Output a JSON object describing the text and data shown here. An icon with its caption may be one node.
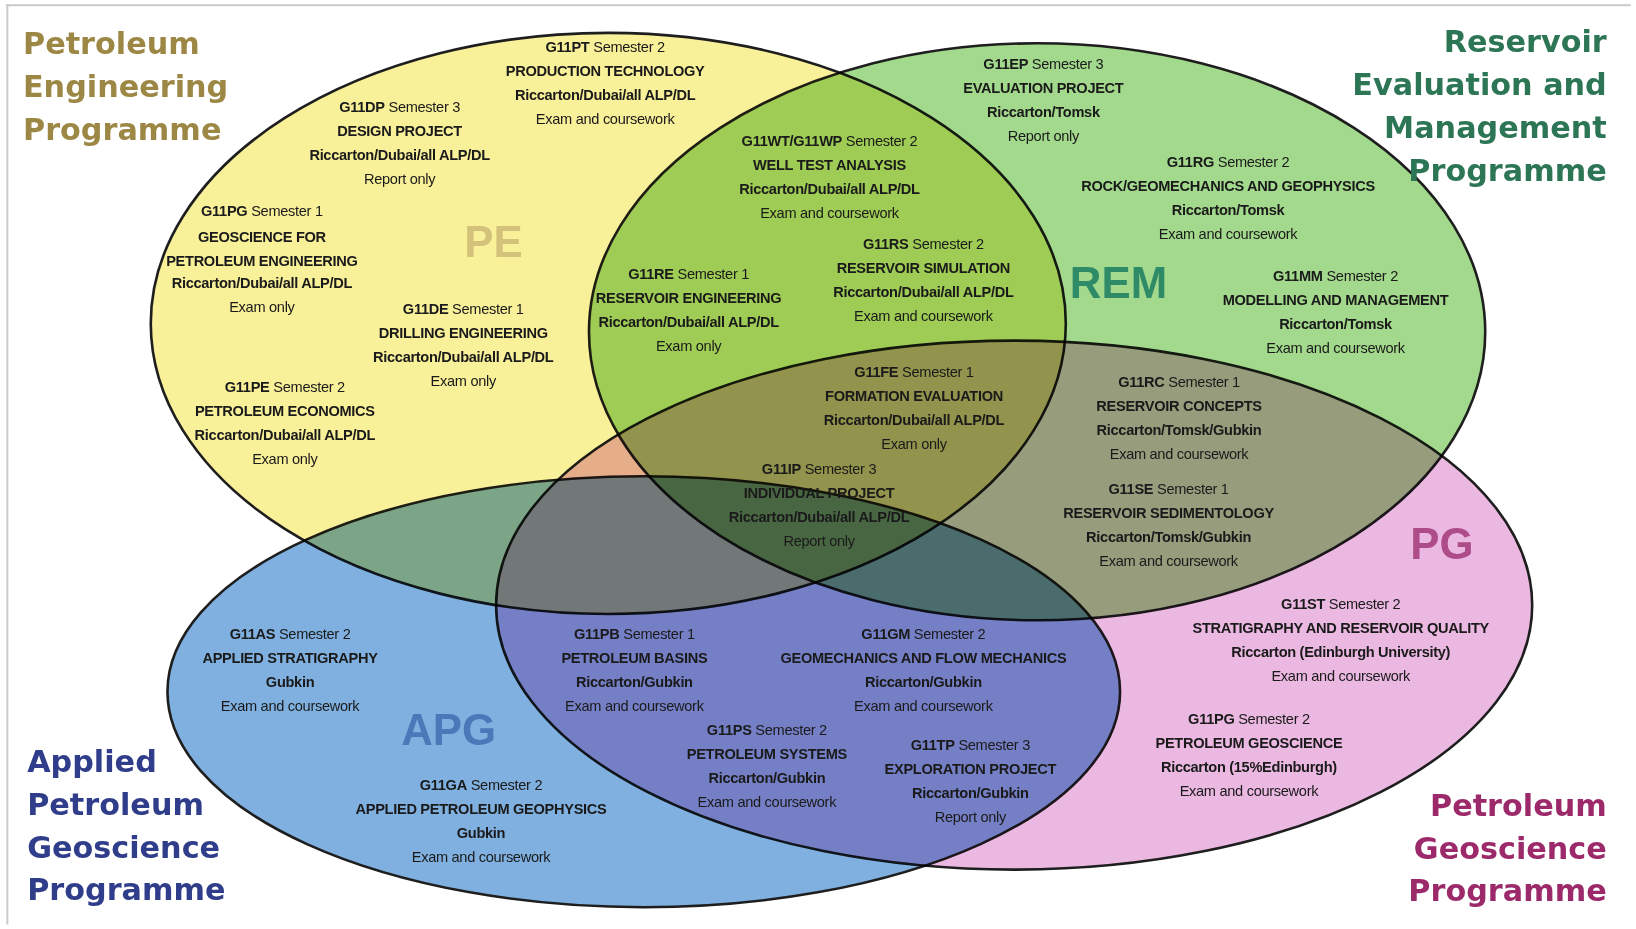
{
  "diagram": {
    "nodes": [
      {
        "text": [
          "PE"
        ],
        "beside": [
          "Petroleum Engineering Programme"
        ]
      },
      {
        "text": [
          "REM"
        ],
        "beside": [
          "Reservoir Evaluation and Management Programme"
        ]
      },
      {
        "text": [
          "APG"
        ],
        "beside": [
          "Applied Petroleum Geoscience Programme"
        ]
      },
      {
        "text": [
          "PG"
        ],
        "beside": [
          "Petroleum Geoscience Programme"
        ]
      }
    ],
    "labels": [
      "**G11PT** Semester 2",
      "PRODUCTION TECHNOLOGY",
      "Riccarton/Dubai/all ALP/DL",
      "Exam and coursework",
      "**G11EP** Semester 3",
      "EVALUATION PROJECT",
      "Riccarton/Tomsk",
      "Report only",
      "**G11DP** Semester 3",
      "DESIGN PROJECT",
      "Riccarton/Dubai/all ALP/DL",
      "Report only",
      "**G11WT/G11WP** Semester 2",
      "WELL TEST ANALYSIS",
      "Riccarton/Dubai/all ALP/DL",
      "Exam and coursework",
      "**G11RG** Semester 2",
      "ROCK/GEOMECHANICS AND GEOPHYSICS",
      "Riccarton/Tomsk",
      "Exam and coursework",
      "**G11PG** Semester 1",
      "GEOSCIENCE FOR PETROLEUM ENGINEERING",
      "Riccarton/Dubai/all ALP/DL",
      "Exam only",
      "**G11RS** Semester 2",
      "RESERVOIR SIMULATION",
      "Riccarton/Dubai/all ALP/DL",
      "Exam and coursework",
      "**G11RE** Semester 1",
      "RESERVOIR ENGINEERING",
      "Riccarton/Dubai/all ALP/DL",
      "Exam only",
      "**G11MM** Semester 2",
      "MODELLING AND MANAGEMENT",
      "Riccarton/Tomsk",
      "Exam and coursework",
      "**G11DE** Semester 1",
      "DRILLING ENGINEERING",
      "Riccarton/Dubai/all ALP/DL",
      "Exam only",
      "**G11FE** Semester 1",
      "FORMATION EVALUATION",
      "Riccarton/Dubai/all ALP/DL",
      "Exam only",
      "**G11RC** Semester 1",
      "RESERVOIR CONCEPTS",
      "Riccarton/Tomsk/Gubkin",
      "Exam and coursework",
      "**G11PE** Semester 2",
      "PETROLEUM ECONOMICS",
      "Riccarton/Dubai/all ALP/DL",
      "Exam only",
      "**G11IP** Semester 3",
      "INDIVIDUAL PROJECT",
      "Riccarton/Dubai/all ALP/DL",
      "Report only",
      "**G11SE** Semester 1",
      "RESERVOIR SEDIMENTOLOGY",
      "Riccarton/Tomsk/Gubkin",
      "Exam and coursework",
      "**G11ST** Semester 2",
      "STRATIGRAPHY AND RESERVOIR QUALITY",
      "Riccarton (Edinburgh University)",
      "Exam and coursework",
      "**G11AS** Semester 2",
      "APPLIED STRATIGRAPHY",
      "Gubkin",
      "Exam and coursework",
      "**G11PB** Semester 1",
      "PETROLEUM BASINS",
      "Riccarton/Gubkin",
      "Exam and coursework",
      "**G11GM** Semester 2",
      "GEOMECHANICS AND FLOW MECHANICS",
      "Riccarton/Gubkin",
      "Exam and coursework",
      "**G11PG** Semester 2",
      "PETROLEUM GEOSCIENCE",
      "Riccarton (15%Edinburgh)",
      "Exam and coursework",
      "**G11PS** Semester 2",
      "PETROLEUM SYSTEMS",
      "Riccarton/Gubkin",
      "Exam and coursework",
      "**G11TP** Semester 3",
      "EXPLORATION PROJECT",
      "Riccarton/Gubkin",
      "Report only",
      "**G11GA** Semester 2",
      "APPLIED PETROLEUM GEOPHYSICS",
      "Gubkin",
      "Exam and coursework"
    ]
  }
}
